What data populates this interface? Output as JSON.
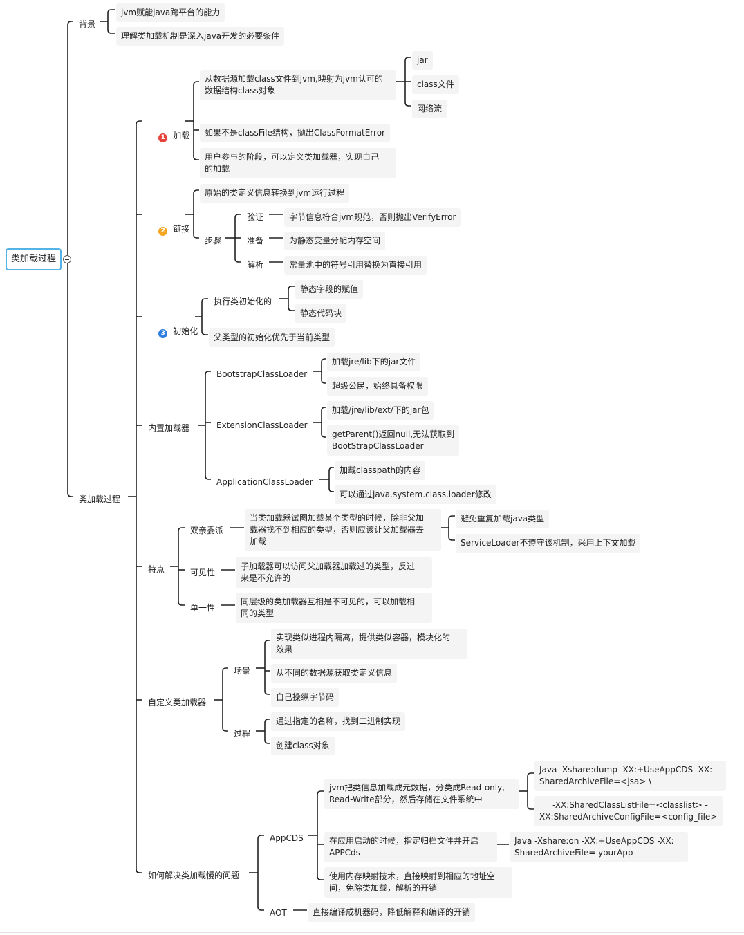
{
  "root": {
    "label": "类加载过程"
  },
  "background": {
    "label": "背景",
    "items": [
      "jvm赋能java跨平台的能力",
      "理解类加载机制是深入java开发的必要条件"
    ]
  },
  "process": {
    "label": "类加载过程",
    "loading": {
      "badge": "1",
      "label": "加载",
      "mapping": "从数据源加载class文件到jvm,映射为jvm认可的\n数据结构class对象",
      "sources": [
        "jar",
        "class文件",
        "网络流"
      ],
      "error": "如果不是classFile结构，抛出ClassFormatError",
      "custom": "用户参与的阶段，可以定义类加载器，实现自己\n的加载"
    },
    "linking": {
      "badge": "2",
      "label": "链接",
      "convert": "原始的类定义信息转换到jvm运行过程",
      "steps_label": "步骤",
      "steps": [
        {
          "label": "验证",
          "desc": "字节信息符合jvm规范，否则抛出VerifyError"
        },
        {
          "label": "准备",
          "desc": "为静态变量分配内存空间"
        },
        {
          "label": "解析",
          "desc": "常量池中的符号引用替换为直接引用"
        }
      ]
    },
    "init": {
      "badge": "3",
      "label": "初始化",
      "exec_label": "执行类初始化的",
      "exec_items": [
        "静态字段的赋值",
        "静态代码块"
      ],
      "parent_first": "父类型的初始化优先于当前类型"
    },
    "builtin": {
      "label": "内置加载器",
      "bootstrap": {
        "label": "BootstrapClassLoader",
        "items": [
          "加载jre/lib下的jar文件",
          "超级公民，始终具备权限"
        ]
      },
      "extension": {
        "label": "ExtensionClassLoader",
        "items": [
          "加载/jre/lib/ext/下的jar包",
          "getParent()返回null,无法获取到\nBootStrapClassLoader"
        ]
      },
      "application": {
        "label": "ApplicationClassLoader",
        "items": [
          "加载classpath的内容",
          "可以通过java.system.class.loader修改"
        ]
      }
    },
    "features": {
      "label": "特点",
      "delegation": {
        "label": "双亲委派",
        "desc": "当类加载器试图加载某个类型的时候，除非父加\n载器找不到相应的类型，否则应该让父加载器去\n加载",
        "items": [
          "避免重复加载java类型",
          "ServiceLoader不遵守该机制，采用上下文加载"
        ]
      },
      "visibility": {
        "label": "可见性",
        "desc": "子加载器可以访问父加载器加载过的类型，反过\n来是不允许的"
      },
      "uniqueness": {
        "label": "单一性",
        "desc": "同层级的类加载器互相是不可见的，可以加载相\n同的类型"
      }
    },
    "custom_loader": {
      "label": "自定义类加载器",
      "scenes_label": "场景",
      "scenes": [
        "实现类似进程内隔离，提供类似容器，模块化的\n效果",
        "从不同的数据源获取类定义信息",
        "自己操纵字节码"
      ],
      "steps_label": "过程",
      "steps": [
        "通过指定的名称，找到二进制实现",
        "创建class对象"
      ]
    },
    "slow": {
      "label": "如何解决类加载慢的问题",
      "appcds": {
        "label": "AppCDS",
        "metadata": "jvm把类信息加载成元数据，分类成Read-only,\nRead-Write部分，然后存储在文件系统中",
        "dump_cmd": "Java -Xshare:dump -XX:+UseAppCDS -XX:\nSharedArchiveFile=<jsa> \\",
        "list_cmd": "     -XX:SharedClassListFile=<classlist> -\nXX:SharedArchiveConfigFile=<config_file>",
        "startup": "在应用启动的时候，指定归档文件并开启\nAPPCds",
        "run_cmd": "Java -Xshare:on -XX:+UseAppCDS -XX:\nSharedArchiveFile= yourApp",
        "mmap": "使用内存映射技术，直接映射到相应的地址空\n间，免除类加载，解析的开销"
      },
      "aot": {
        "label": "AOT",
        "desc": "直接编译成机器码，降低解释和编译的开销"
      }
    }
  },
  "colors": {
    "badge1": "#e8423c",
    "badge2": "#f6a623",
    "badge3": "#2f7fe0",
    "root_border": "#53b3e6",
    "line": "#222222"
  }
}
